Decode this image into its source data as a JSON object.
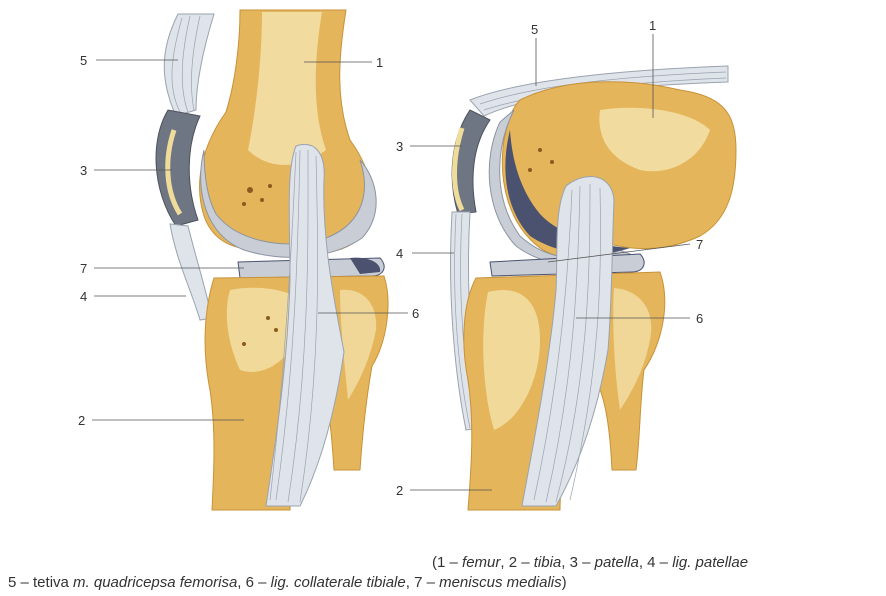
{
  "labels": {
    "n1": "1",
    "n2": "2",
    "n3": "3",
    "n4": "4",
    "n5": "5",
    "n6": "6",
    "n7": "7"
  },
  "caption": {
    "open_paren": "(",
    "l1_num": "1 – ",
    "l1_term": "femur",
    "l2_num": ", 2 – ",
    "l2_term": "tibia",
    "l3_num": ", 3 – ",
    "l3_term": "patella",
    "l4_num": ", 4 – ",
    "l4_term": "lig. patellae",
    "l5_num": "5 – tetiva ",
    "l5_term": "m. quadricepsa femorisa",
    "l6_num": ", 6 – ",
    "l6_term": "lig. collaterale tibiale",
    "l7_num": ", 7 – ",
    "l7_term": "meniscus medialis",
    "close_paren": ")"
  },
  "colors": {
    "bone": "#e4b55a",
    "bone_light": "#f3dfa6",
    "bone_dark": "#c8923a",
    "cartilage": "#c9ced6",
    "ligament": "#dfe3ea",
    "ligament_line": "#9aa3b0",
    "patella_dark": "#6f7683",
    "meniscus_dark": "#4a5270"
  }
}
